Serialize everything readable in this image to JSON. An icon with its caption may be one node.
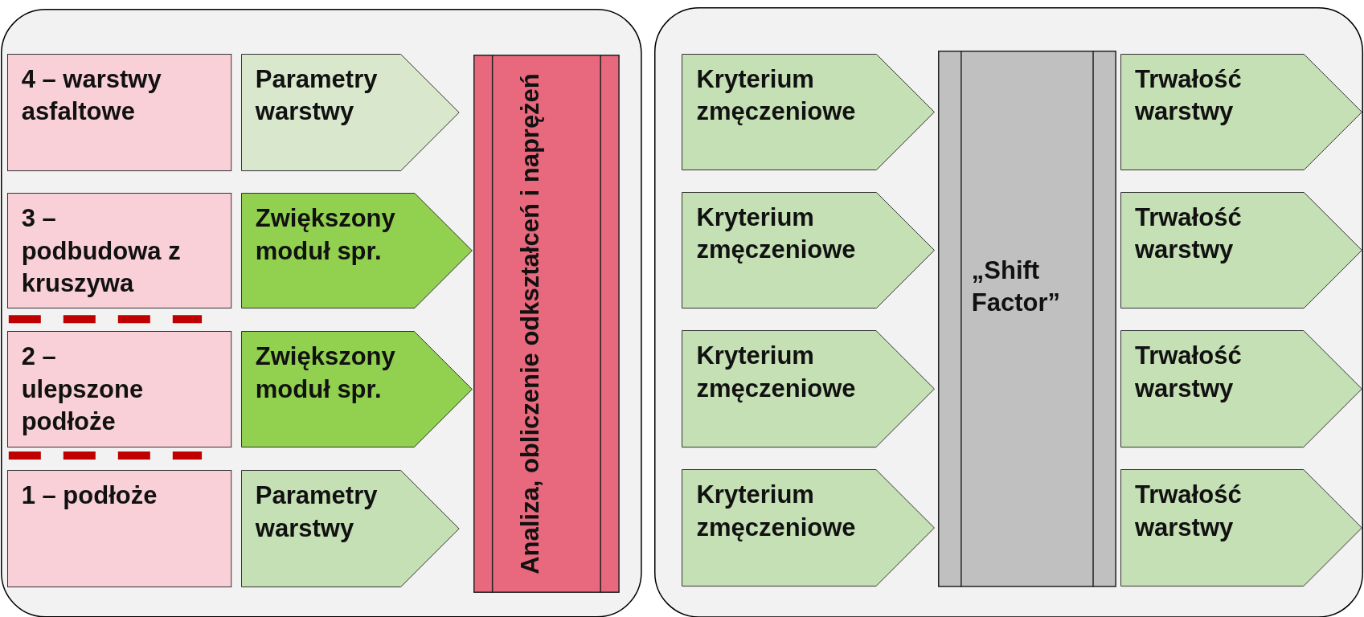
{
  "diagram": {
    "nodes": [
      {
        "text": [],
        "shape": "box"
      },
      {
        "text": [
          "4 – warstwy asfaltowe"
        ],
        "in": 0
      },
      {
        "text": [
          "Parametry warstwy"
        ],
        "in": 0
      },
      {
        "text": [
          "3 – podbudowa z kruszywa"
        ],
        "in": 0
      },
      {
        "text": [
          "Zwiększony moduł spr."
        ],
        "in": 0
      },
      {
        "text": [
          "2 – ulepszone podłoże"
        ],
        "in": 0
      },
      {
        "text": [
          "Zwiększony moduł spr."
        ],
        "in": 0
      },
      {
        "text": [
          "1 – podłoże"
        ],
        "in": 0
      },
      {
        "text": [
          "Parametry warstwy"
        ],
        "in": 0
      },
      {
        "text": [
          "Analiza, obliczenie odkształceń i naprężeń"
        ],
        "in": 0
      },
      {
        "text": [],
        "shape": "box"
      },
      {
        "text": [
          "Kryterium zmęczeniowe"
        ],
        "in": 10
      },
      {
        "text": [
          "Kryterium zmęczeniowe"
        ],
        "in": 10
      },
      {
        "text": [
          "Kryterium zmęczeniowe"
        ],
        "in": 10
      },
      {
        "text": [
          "Kryterium zmęczeniowe"
        ],
        "in": 10
      },
      {
        "text": [
          "„Shift Factor”"
        ],
        "in": 10
      },
      {
        "text": [
          "Trwałość warstwy"
        ],
        "in": 10
      },
      {
        "text": [
          "Trwałość warstwy"
        ],
        "in": 10
      },
      {
        "text": [
          "Trwałość warstwy"
        ],
        "in": 10
      },
      {
        "text": [
          "Trwałość warstwy"
        ],
        "in": 10
      }
    ],
    "edges": []
  }
}
